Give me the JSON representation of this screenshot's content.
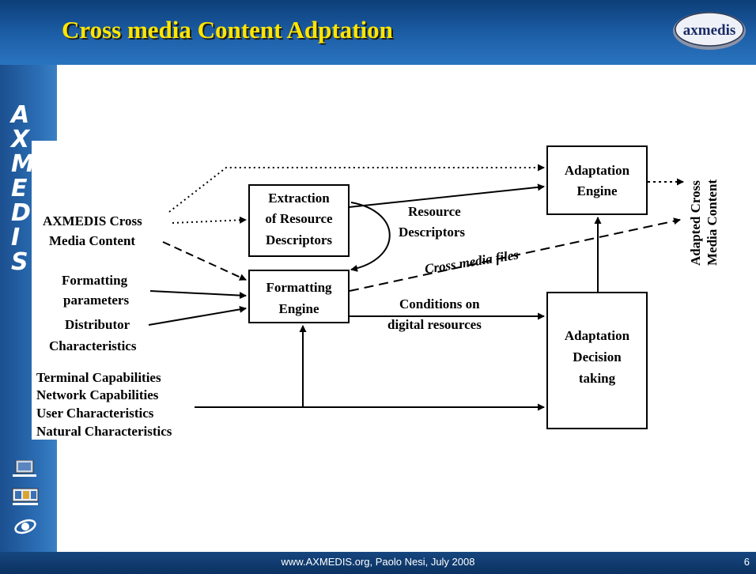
{
  "slide": {
    "title": "Cross media Content Adptation",
    "side_letters": [
      "A",
      "X",
      "M",
      "E",
      "D",
      "I",
      "S"
    ],
    "logo_text": "axmedis",
    "footer": "www.AXMEDIS.org, Paolo Nesi, July 2008",
    "page_number": "6"
  },
  "diagram": {
    "boxes": {
      "extraction": [
        "Extraction",
        "of Resource",
        "Descriptors"
      ],
      "formatting": [
        "Formatting",
        "Engine"
      ],
      "adaptation_engine": [
        "Adaptation",
        "Engine"
      ],
      "decision": [
        "Adaptation",
        "Decision",
        "taking"
      ]
    },
    "inputs": {
      "cross_content": [
        "AXMEDIS Cross",
        "Media Content"
      ],
      "formatting_params": [
        "Formatting",
        "parameters"
      ],
      "distributor": [
        "Distributor",
        "Characteristics"
      ],
      "capabilities": [
        "Terminal Capabilities",
        "Network Capabilities",
        "User Characteristics",
        "Natural Characteristics"
      ]
    },
    "edge_labels": {
      "resource_descriptors": [
        "Resource",
        "Descriptors"
      ],
      "cross_media_files": "Cross media files",
      "conditions": [
        "Conditions on",
        "digital resources"
      ]
    },
    "output": [
      "Adapted Cross",
      "Media Content"
    ]
  },
  "colors": {
    "title_text": "#ffe600",
    "bar_blue": "#1d5fa8",
    "diagram_ink": "#000000"
  },
  "icons": [
    "computer-network-icon",
    "set-top-box-icon",
    "satellite-logo-icon"
  ]
}
